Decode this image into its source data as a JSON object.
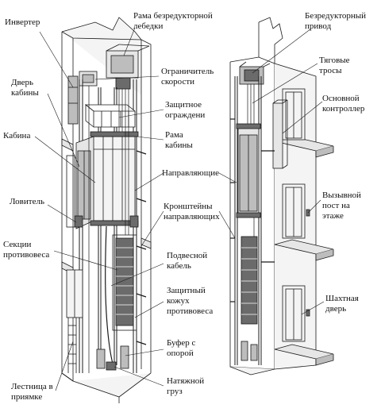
{
  "labels": {
    "inverter": "Инвертер",
    "car_door": "Дверь\nкабины",
    "car": "Кабина",
    "safety_gear": "Ловитель",
    "counterweight_sections": "Секции\nпротивовеса",
    "pit_ladder": "Лестница в\nприямке",
    "gearless_frame": "Рама безредукторной\nлебедки",
    "speed_governor": "Ограничитель\nскорости",
    "guard_rail": "Защитное\nограждени",
    "car_frame": "Рама\nкабины",
    "guide_rails": "Направляющие",
    "rail_brackets": "Кронштейны\nнаправляющих",
    "travel_cable": "Подвесной\nкабель",
    "cw_guard": "Защитный\nкожух\nпротивовеса",
    "buffer": "Буфер с\nопорой",
    "tension_weight": "Натяжной\nгруз",
    "gearless_drive": "Безредукторный\nпривод",
    "traction_ropes": "Тяговые\nтросы",
    "main_controller": "Основной\nконтроллер",
    "landing_call": "Вызывной\nпост на\nэтаже",
    "shaft_door": "Шахтная\nдверь"
  },
  "colors": {
    "line": "#1a1a1a",
    "fill_light": "#e6e6e6",
    "fill_mid": "#bdbdbd",
    "fill_dark": "#6b6b6b",
    "wall": "#f4f4f4"
  }
}
